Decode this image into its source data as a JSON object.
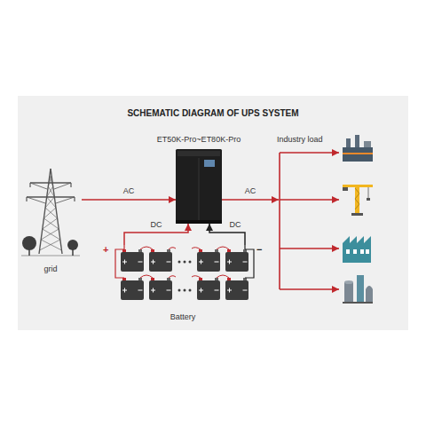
{
  "diagram": {
    "title": "SCHEMATIC DIAGRAM OF UPS SYSTEM",
    "nodes": [
      {
        "text": [
          "grid"
        ]
      },
      {
        "text": [
          "ET50K-Pro~ET80K-Pro"
        ]
      },
      {
        "text": [
          "Industry load"
        ]
      },
      {
        "text": [
          "Battery"
        ]
      }
    ],
    "edges": [
      {
        "from": 0,
        "to": 1,
        "label": "AC",
        "arrow": "to"
      },
      {
        "from": 1,
        "to": 2,
        "label": "AC",
        "arrow": "to"
      },
      {
        "from": 3,
        "to": 1,
        "label": "DC",
        "arrow": "to"
      },
      {
        "from": 3,
        "to": 1,
        "label": "DC",
        "arrow": "to"
      }
    ],
    "labels": [
      "+",
      "−"
    ]
  }
}
